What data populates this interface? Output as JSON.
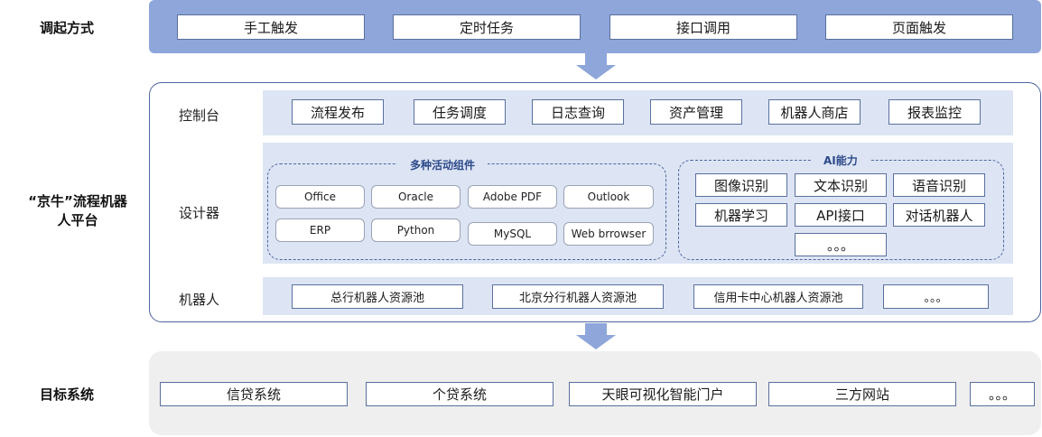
{
  "invocation": {
    "label": "调起方式",
    "items": [
      "手工触发",
      "定时任务",
      "接口调用",
      "页面触发"
    ]
  },
  "platform": {
    "label": "“京牛”流程机器人平台",
    "console": {
      "label": "控制台",
      "items": [
        "流程发布",
        "任务调度",
        "日志查询",
        "资产管理",
        "机器人商店",
        "报表监控"
      ]
    },
    "designer": {
      "label": "设计器",
      "components": {
        "title": "多种活动组件",
        "items": [
          "Office",
          "Oracle",
          "Adobe PDF",
          "Outlook",
          "ERP",
          "Python",
          "MySQL",
          "Web brrowser"
        ]
      },
      "ai": {
        "title": "AI能力",
        "items": [
          "图像识别",
          "文本识别",
          "语音识别",
          "机器学习",
          "API接口",
          "对话机器人",
          "。。。"
        ]
      }
    },
    "robot": {
      "label": "机器人",
      "items": [
        "总行机器人资源池",
        "北京分行机器人资源池",
        "信用卡中心机器人资源池",
        "。。。"
      ]
    }
  },
  "targets": {
    "label": "目标系统",
    "items": [
      "信贷系统",
      "个贷系统",
      "天眼可视化智能门户",
      "三方网站",
      "。。。"
    ]
  },
  "colors": {
    "top_band": "#8ea6da",
    "inner_band": "#dde5f4",
    "platform_border": "#4d64a0",
    "bottom_band": "#efefef",
    "arrow": "#8ea6da"
  }
}
